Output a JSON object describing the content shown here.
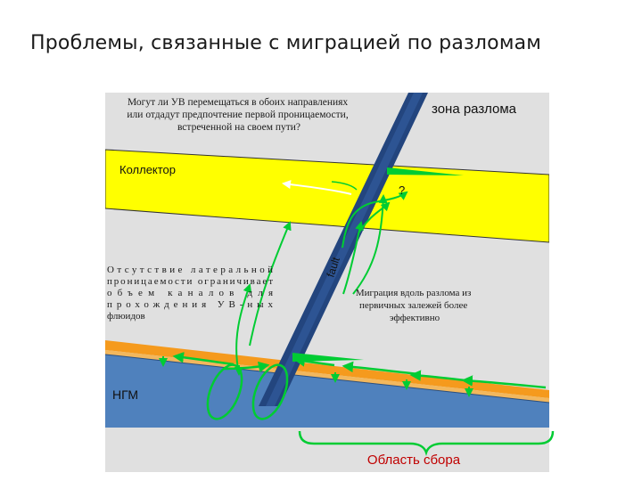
{
  "slide": {
    "title": "Проблемы, связанные с миграцией по разломам"
  },
  "diagram": {
    "question_lines": [
      "Могут ли УВ перемещаться в обоих направлениях",
      "или отдадут предпочтение первой проницаемости,",
      "встреченной на своем пути?"
    ],
    "fault_zone_label": "зона разлома",
    "reservoir_label": "Коллектор",
    "question_mark": "?",
    "fault_label": "fault",
    "lateral_text_lines": [
      "Отсутствие латеральной",
      "проницаемости ограничивает",
      "объем каналов для",
      "прохождения УВ-ных",
      "флюидов"
    ],
    "migration_text_lines": [
      "Миграция вдоль разлома из",
      "первичных залежей более",
      "эффективно"
    ],
    "source_rock_label": "НГМ",
    "drainage_label": "Область сбора",
    "colors": {
      "background": "#e0e0e0",
      "reservoir": "#ffff00",
      "fault": "#23457e",
      "source_rock": "#4f81bd",
      "carrier_bed": "#f59a1d",
      "migration": "#00cc33",
      "drainage_label": "#c00000"
    }
  }
}
